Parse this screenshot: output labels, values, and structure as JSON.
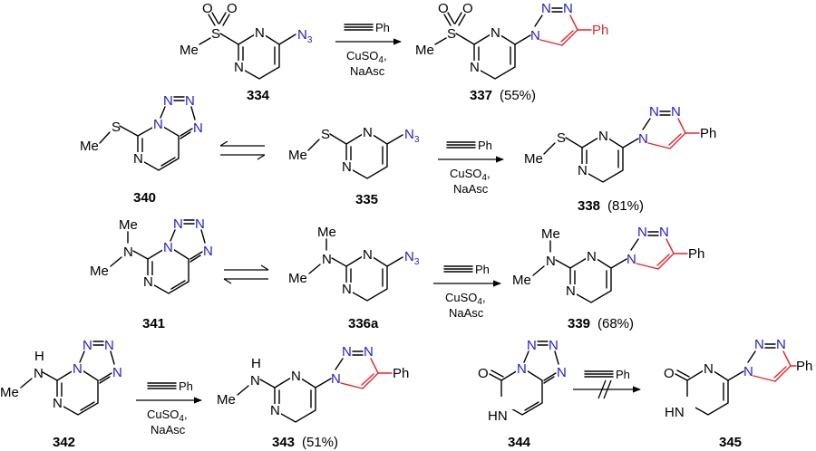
{
  "scheme": {
    "reagent_text": "Ph",
    "conditions_line1": "CuSO",
    "conditions_line1_sub": "4",
    "conditions_line1_tail": ",",
    "conditions_line2": "NaAsc",
    "atoms": {
      "N": "N",
      "N3": "N",
      "N3_sub": "3",
      "S": "S",
      "O": "O",
      "Me": "Me",
      "Ph": "Ph",
      "H": "H",
      "HN": "HN"
    },
    "compounds": [
      {
        "id": "334",
        "yield": ""
      },
      {
        "id": "337",
        "yield": "(55%)"
      },
      {
        "id": "340",
        "yield": ""
      },
      {
        "id": "335",
        "yield": ""
      },
      {
        "id": "338",
        "yield": "(81%)"
      },
      {
        "id": "341",
        "yield": ""
      },
      {
        "id": "336a",
        "yield": ""
      },
      {
        "id": "339",
        "yield": "(68%)"
      },
      {
        "id": "342",
        "yield": ""
      },
      {
        "id": "343",
        "yield": "(51%)"
      },
      {
        "id": "344",
        "yield": ""
      },
      {
        "id": "345",
        "yield": ""
      }
    ]
  }
}
